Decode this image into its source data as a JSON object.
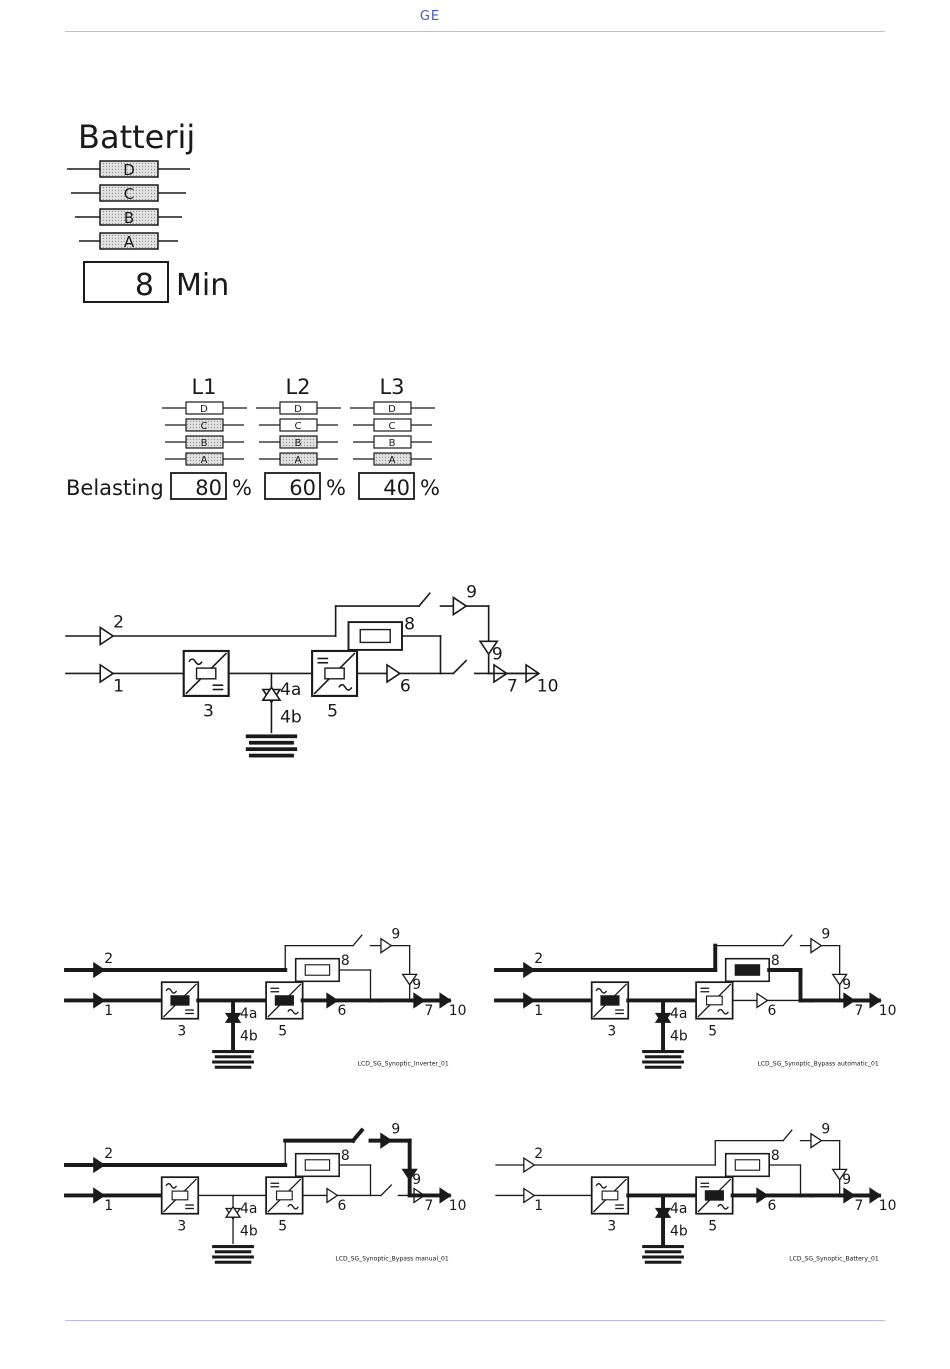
{
  "header": {
    "logo_text": "GE"
  },
  "battery": {
    "title": "Batterij",
    "levels": [
      "D",
      "C",
      "B",
      "A"
    ],
    "runtime_value": "8",
    "runtime_unit": "Min"
  },
  "load": {
    "label": "Belasting",
    "unit": "%",
    "phases": [
      {
        "name": "L1",
        "value": "80",
        "filled_levels": 3
      },
      {
        "name": "L2",
        "value": "60",
        "filled_levels": 2
      },
      {
        "name": "L3",
        "value": "40",
        "filled_levels": 1
      }
    ]
  },
  "synoptic": {
    "labels": {
      "n1": "1",
      "n2": "2",
      "n3": "3",
      "n4a": "4a",
      "n4b": "4b",
      "n5": "5",
      "n6": "6",
      "n7": "7",
      "n8": "8",
      "n9": "9",
      "n10": "10"
    },
    "captions": {
      "inverter": "LCD_SG_Synoptic_Inverter_01",
      "bypass_auto": "LCD_SG_Synoptic_Bypass automatic_01",
      "bypass_manual": "LCD_SG_Synoptic_Bypass manual_01",
      "battery": "LCD_SG_Synoptic_Battery_01"
    }
  }
}
